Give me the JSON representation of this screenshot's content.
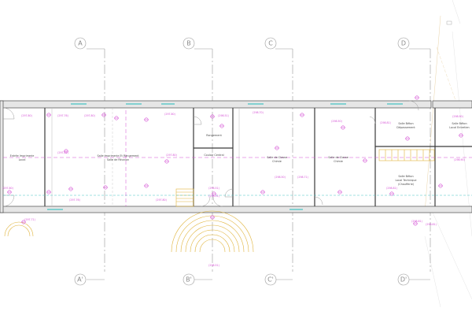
{
  "grid_labels": {
    "top": [
      "A",
      "B",
      "C",
      "D"
    ],
    "bottom": [
      "A'",
      "B'",
      "C'",
      "D'"
    ]
  },
  "rooms": [
    {
      "id": "r1",
      "name": "Entrée Imprimerie",
      "sub": "Local"
    },
    {
      "id": "r2",
      "name": "Salle Imprimerie Et Rangement",
      "sub": "Salle de Réunion"
    },
    {
      "id": "r3",
      "name": "Rangement",
      "sub": ""
    },
    {
      "id": "r4",
      "name": "Couloir Central",
      "sub": ""
    },
    {
      "id": "r5",
      "name": "Salle de Classe",
      "sub": "Chimie"
    },
    {
      "id": "r6",
      "name": "Salle de Classe",
      "sub": "Chimie"
    },
    {
      "id": "r7",
      "name": "Salle Béton",
      "sub": "Dépassement"
    },
    {
      "id": "r8",
      "name": "Salle Béton",
      "sub": "Local Entretien"
    },
    {
      "id": "r9",
      "name": "Salle Béton",
      "sub": "Local Technique"
    },
    {
      "id": "r10",
      "name": "",
      "sub": "(Chaufferie)"
    }
  ],
  "levels": [
    "(297.80)",
    "(297.81)",
    "(297.76)",
    "(297.71)",
    "(298.51)",
    "(298.70)",
    "(298.50)",
    "(298.71)",
    "(298.81)",
    "(298.90)",
    "(297.90)"
  ],
  "colors": {
    "walls": "#4a4a4a",
    "wall_fill": "#e6e6e6",
    "grid_axis": "#9a9a9a",
    "level_marks": "#d44fd4",
    "windows": "#46c4c4",
    "stairs": "#e0b43c"
  }
}
